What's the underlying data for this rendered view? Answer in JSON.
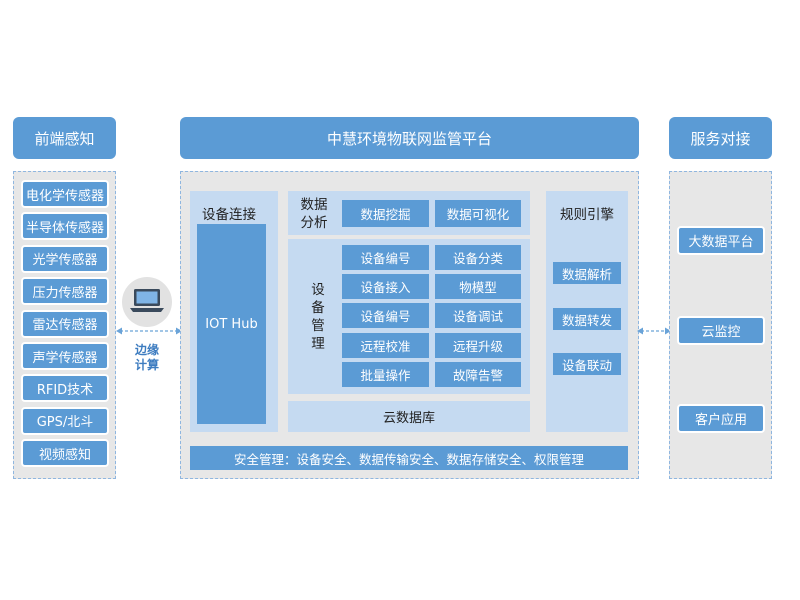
{
  "headers": {
    "left": "前端感知",
    "center": "中慧环境物联网监管平台",
    "right": "服务对接"
  },
  "sensors": [
    "电化学传感器",
    "半导体传感器",
    "光学传感器",
    "压力传感器",
    "雷达传感器",
    "声学传感器",
    "RFID技术",
    "GPS/北斗",
    "视频感知"
  ],
  "edge": {
    "label_line1": "边缘",
    "label_line2": "计算",
    "icon": "laptop-icon"
  },
  "device_connect": {
    "title": "设备连接",
    "hub": "IOT Hub"
  },
  "data_analysis": {
    "title_line1": "数据",
    "title_line2": "分析",
    "items": [
      "数据挖掘",
      "数据可视化"
    ]
  },
  "device_management": {
    "title_chars": [
      "设",
      "备",
      "管",
      "理"
    ],
    "items": [
      "设备编号",
      "设备分类",
      "设备接入",
      "物模型",
      "设备编号",
      "设备调试",
      "远程校准",
      "远程升级",
      "批量操作",
      "故障告警"
    ]
  },
  "cloud_db": "云数据库",
  "rules_engine": {
    "title": "规则引擎",
    "items": [
      "数据解析",
      "数据转发",
      "设备联动"
    ]
  },
  "security": "安全管理：设备安全、数据传输安全、数据存储安全、权限管理",
  "services": [
    "大数据平台",
    "云监控",
    "客户应用"
  ],
  "colors": {
    "primary": "#5b9bd5",
    "light": "#c5daf1",
    "panel": "#e7e7e7"
  }
}
